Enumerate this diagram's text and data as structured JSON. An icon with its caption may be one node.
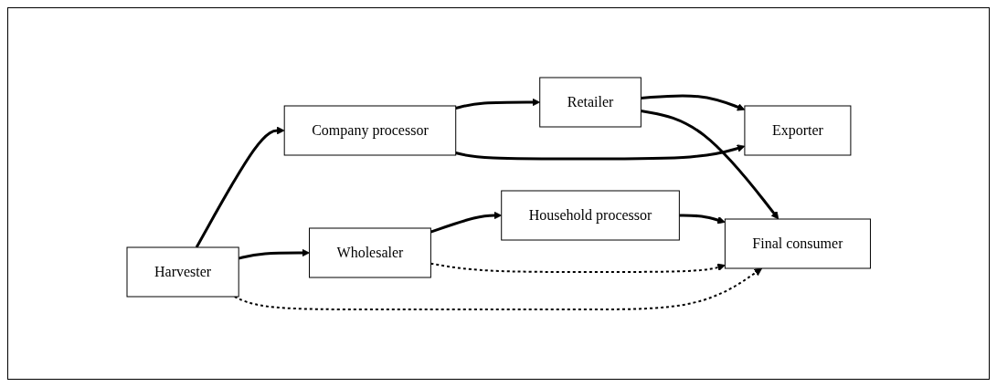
{
  "diagram": {
    "nodes": [
      {
        "text": [
          "Harvester"
        ]
      },
      {
        "text": [
          "Wholesaler"
        ]
      },
      {
        "text": [
          "Household processor"
        ]
      },
      {
        "text": [
          "Company processor"
        ]
      },
      {
        "text": [
          "Final consumer"
        ]
      },
      {
        "text": [
          "Exporter"
        ]
      },
      {
        "text": [
          "Retailer"
        ]
      }
    ],
    "edges": [
      {
        "from": 0,
        "to": 3,
        "arrow": "to"
      },
      {
        "from": 0,
        "to": 1,
        "arrow": "to"
      },
      {
        "from": 1,
        "to": 2,
        "arrow": "to"
      },
      {
        "from": 0,
        "to": 4,
        "arrow": "to",
        "style": "dashed"
      },
      {
        "from": 1,
        "to": 4,
        "arrow": "to",
        "style": "dashed"
      },
      {
        "from": 2,
        "to": 4,
        "arrow": "to"
      },
      {
        "from": 3,
        "to": 6,
        "arrow": "to"
      },
      {
        "from": 3,
        "to": 5,
        "arrow": "to"
      },
      {
        "from": 6,
        "to": 5,
        "arrow": "to"
      },
      {
        "from": 6,
        "to": 4,
        "arrow": "to"
      }
    ]
  }
}
